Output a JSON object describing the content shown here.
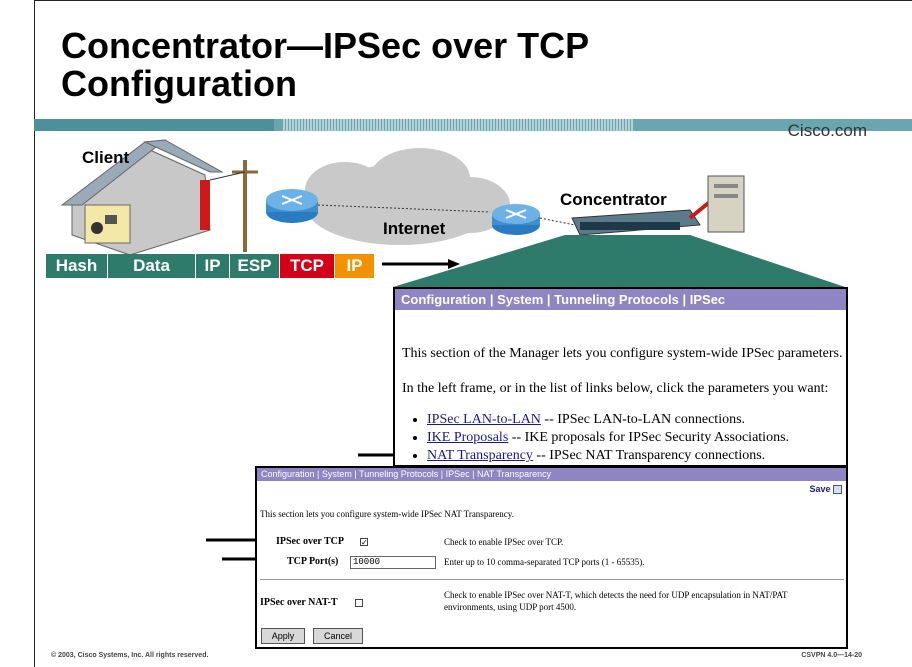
{
  "title": "Concentrator—IPSec over TCP Configuration",
  "brand": "Cisco.com",
  "labels": {
    "client": "Client",
    "internet": "Internet",
    "concentrator": "Concentrator"
  },
  "packet": [
    {
      "label": "Hash",
      "color": "#2e7b6b"
    },
    {
      "label": "Data",
      "color": "#2e7b6b"
    },
    {
      "label": "IP",
      "color": "#2e7b6b"
    },
    {
      "label": "ESP",
      "color": "#2e7b6b"
    },
    {
      "label": "TCP",
      "color": "#d4001a"
    },
    {
      "label": "IP",
      "color": "#f39200"
    }
  ],
  "window1": {
    "breadcrumb": "Configuration | System | Tunneling Protocols | IPSec",
    "intro": "This section of the Manager lets you configure system-wide IPSec parameters.",
    "instructions": "In the left frame, or in the list of links below, click the parameters you want:",
    "links": [
      {
        "link": "IPSec LAN-to-LAN",
        "desc": " -- IPSec LAN-to-LAN connections."
      },
      {
        "link": "IKE Proposals",
        "desc": " -- IKE proposals for IPSec Security Associations."
      },
      {
        "link": "NAT Transparency",
        "desc": " -- IPSec NAT Transparency connections."
      }
    ]
  },
  "window2": {
    "breadcrumb": "Configuration | System | Tunneling Protocols | IPSec | NAT Transparency",
    "save_label": "Save",
    "intro": "This section lets you configure system-wide IPSec NAT Transparency.",
    "ipsec_tcp_label": "IPSec over TCP",
    "ipsec_tcp_checked": true,
    "ipsec_tcp_help": "Check to enable IPSec over TCP.",
    "tcp_ports_label": "TCP Port(s)",
    "tcp_ports_value": "10000",
    "tcp_ports_help": "Enter up to 10 comma-separated TCP ports (1 - 65535).",
    "natt_label": "IPSec over NAT-T",
    "natt_checked": false,
    "natt_help_line1": "Check to enable IPSec over NAT-T, which detects the need for UDP encapsulation in NAT/PAT",
    "natt_help_line2": "environments, using UDP port 4500.",
    "apply_label": "Apply",
    "cancel_label": "Cancel"
  },
  "footer": {
    "copyright": "© 2003, Cisco Systems, Inc. All rights reserved.",
    "code": "CSVPN 4.0—14-20"
  }
}
